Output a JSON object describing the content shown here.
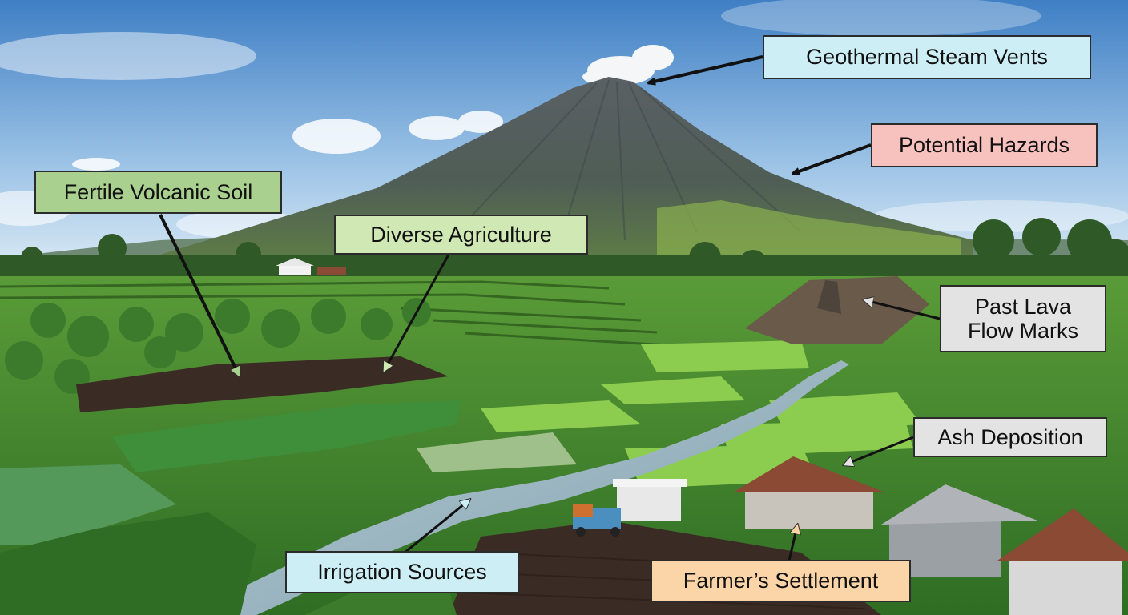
{
  "labels": {
    "geothermal": {
      "text": "Geothermal Steam Vents",
      "color": "#cdeef5"
    },
    "hazards": {
      "text": "Potential Hazards",
      "color": "#f7c1bd"
    },
    "fertile_soil": {
      "text": "Fertile Volcanic Soil",
      "color": "#a9d08e"
    },
    "agriculture": {
      "text": "Diverse Agriculture",
      "color": "#cfe8b4"
    },
    "lava_flow": {
      "text": "Past Lava Flow Marks",
      "color": "#e3e3e3"
    },
    "ash": {
      "text": "Ash Deposition",
      "color": "#e3e3e3"
    },
    "irrigation": {
      "text": "Irrigation Sources",
      "color": "#cdeef5"
    },
    "settlement": {
      "text": "Farmer’s Settlement",
      "color": "#fbd5a8"
    }
  },
  "colors": {
    "sky_top": "#3f7fc4",
    "sky_bottom": "#dbeaf5",
    "volcano": "#4d5a60",
    "volcano_green": "#5f7d45",
    "field_green": "#4f9a2f",
    "paddy_green": "#8ccc4e",
    "soil": "#3a2c24",
    "river": "#9fb9c4"
  }
}
